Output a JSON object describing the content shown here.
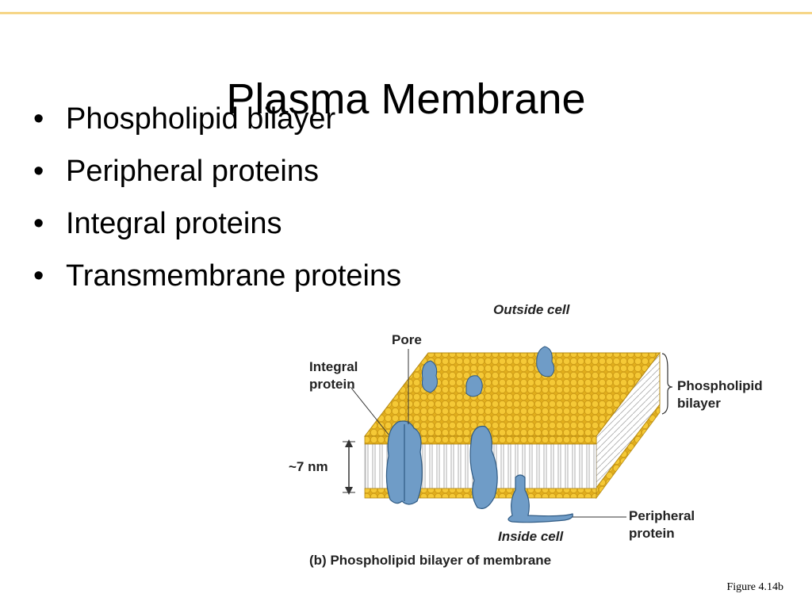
{
  "slide": {
    "title": "Plasma Membrane",
    "bullets": [
      "Phospholipid bilayer",
      "Peripheral proteins",
      "Integral proteins",
      "Transmembrane proteins"
    ],
    "figure_ref": "Figure 4.14b"
  },
  "figure": {
    "labels": {
      "outside": "Outside cell",
      "pore": "Pore",
      "integral_line1": "Integral",
      "integral_line2": "protein",
      "bilayer_line1": "Phospholipid",
      "bilayer_line2": "bilayer",
      "thickness": "~7 nm",
      "inside": "Inside cell",
      "peripheral_line1": "Peripheral",
      "peripheral_line2": "protein"
    },
    "caption_letter": "(b)",
    "caption_text": "Phospholipid bilayer of membrane"
  },
  "colors": {
    "accent_rule": "#f6d688",
    "phospholipid_head": "#f1c232",
    "protein": "#6f9cc7"
  }
}
